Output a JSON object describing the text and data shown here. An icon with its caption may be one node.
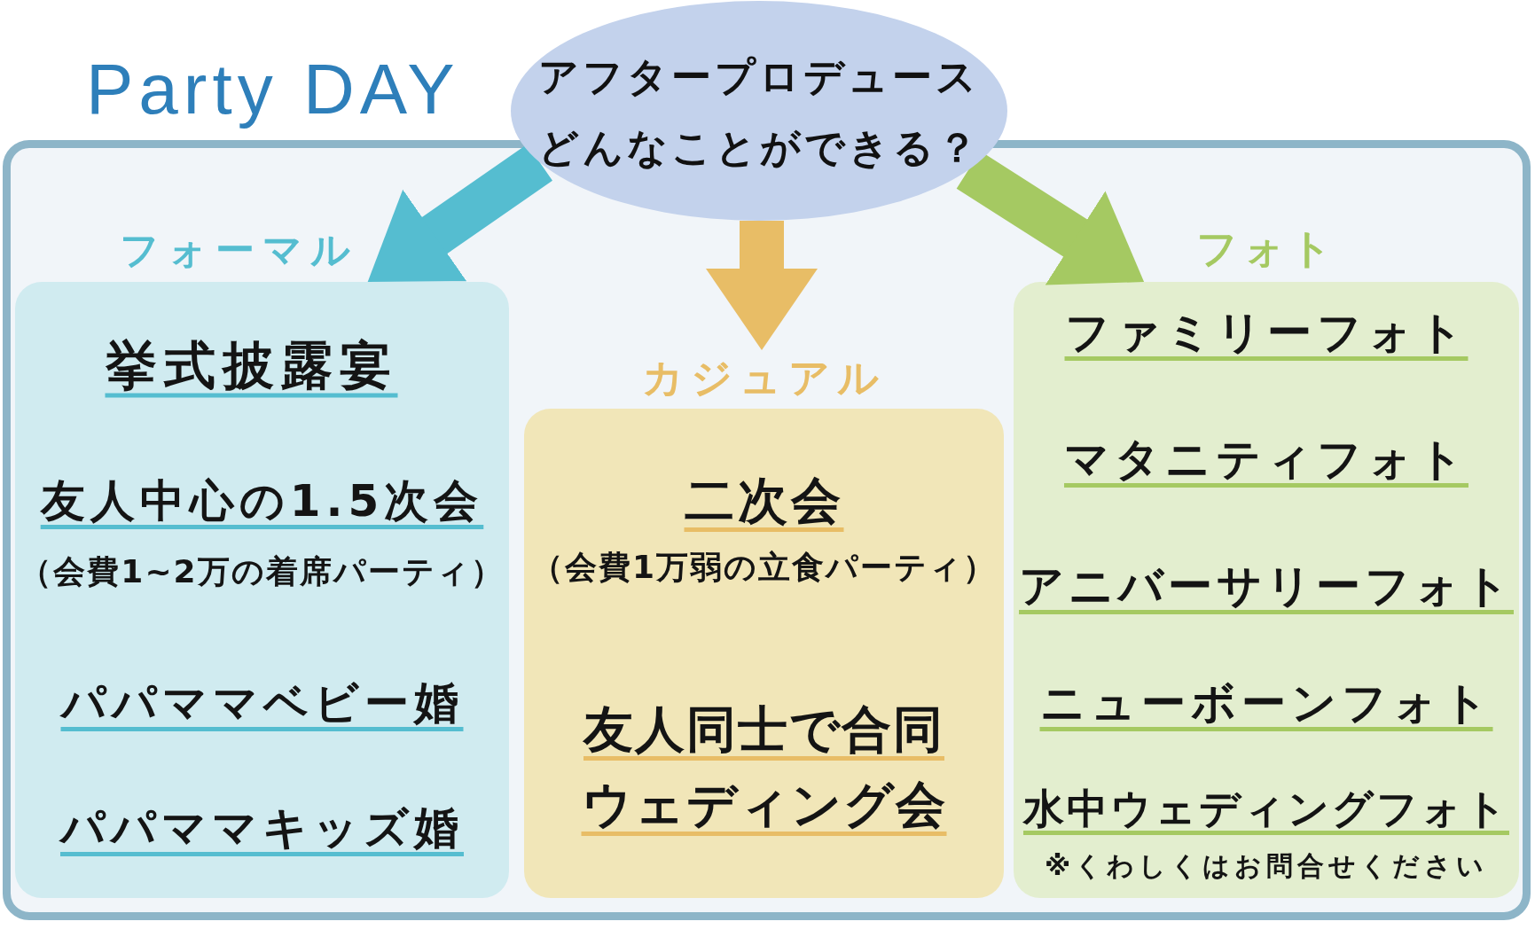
{
  "diagram": {
    "nodes": [
      {
        "text": [
          "Party DAY"
        ]
      },
      {
        "text": [
          "アフタープロデュースどんなことができる？"
        ]
      },
      {
        "text": [
          "フォーマル",
          "挙式披露宴",
          "友人中心の1.5次会",
          "（会費1~2万の着席パーティ）",
          "パパママベビー婚",
          "パパママキッズ婚"
        ],
        "in": 0
      },
      {
        "text": [
          "カジュアル",
          "二次会",
          "（会費1万弱の立食パーティ）",
          "友人同士で合同ウェディング会"
        ],
        "in": 0
      },
      {
        "text": [
          "フォト",
          "ファミリーフォト",
          "マタニティフォト",
          "アニバーサリーフォト",
          "ニューボーンフォト",
          "水中ウェディングフォト",
          "※くわしくはお問合せください"
        ],
        "in": 0
      }
    ],
    "edges": [
      {
        "from": 1,
        "to": 2,
        "arrow": "to",
        "color": "#55bdd0"
      },
      {
        "from": 1,
        "to": 3,
        "arrow": "to",
        "color": "#e8bd66"
      },
      {
        "from": 1,
        "to": 4,
        "arrow": "to",
        "color": "#a5c962"
      }
    ]
  }
}
